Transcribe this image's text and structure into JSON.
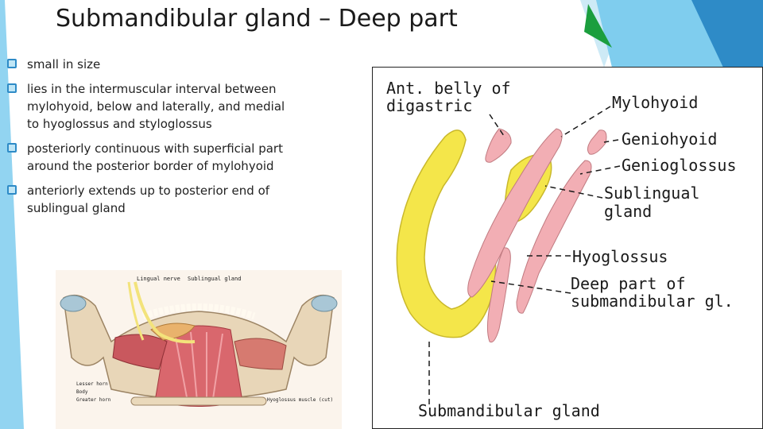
{
  "slide": {
    "title": "Submandibular gland – Deep part",
    "bullets": [
      {
        "text": "small in size"
      },
      {
        "text": "lies in the intermuscular interval between mylohyoid, below and laterally, and medial to hyoglossus and styloglossus"
      },
      {
        "text": "posteriorly continuous with superficial part around the posterior border of mylohyoid"
      },
      {
        "text": "anteriorly extends up to posterior end of sublingual gland"
      }
    ]
  },
  "photo": {
    "labels": {
      "lingual_nerve": "Lingual nerve",
      "sublingual_gland": "Sublingual gland",
      "lesser_horn": "Lesser horn",
      "body": "Body",
      "greater_horn": "Greater horn",
      "hyoglossus": "Hyoglossus muscle (cut)"
    }
  },
  "diagram": {
    "labels": {
      "ant_belly_line1": "Ant. belly of",
      "ant_belly_line2": "digastric",
      "mylohyoid": "Mylohyoid",
      "geniohyoid": "Geniohyoid",
      "genioglossus": "Genioglossus",
      "sublingual_line1": "Sublingual",
      "sublingual_line2": "gland",
      "hyoglossus": "Hyoglossus",
      "deep_part_line1": "Deep part of",
      "deep_part_line2": "submandibular gl.",
      "submandibular_gland": "Submandibular gland"
    }
  },
  "colors": {
    "gland_yellow": "#f4e64a",
    "muscle_pink": "#f2aeb4",
    "theme_blue": "#2e8bc7",
    "theme_light_blue": "#7fcdee"
  }
}
